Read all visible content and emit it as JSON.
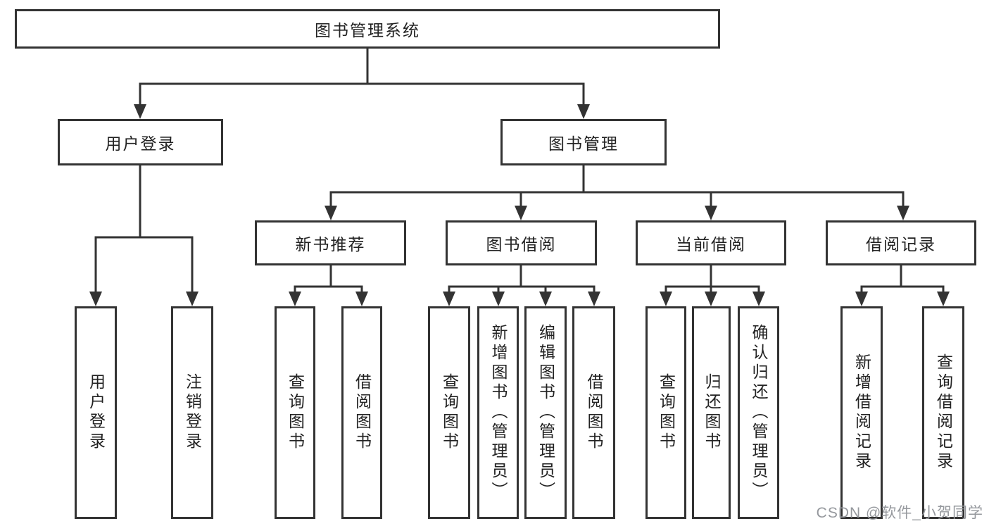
{
  "title_node": "图书管理系统",
  "branches": [
    {
      "label": "用户登录",
      "children": [
        {
          "label": "用户登录"
        },
        {
          "label": "注销登录"
        }
      ]
    },
    {
      "label": "图书管理",
      "children": [
        {
          "label": "新书推荐",
          "children": [
            {
              "label": "查询图书"
            },
            {
              "label": "借阅图书"
            }
          ]
        },
        {
          "label": "图书借阅",
          "children": [
            {
              "label": "查询图书"
            },
            {
              "label": "新增图书（管理员）"
            },
            {
              "label": "编辑图书（管理员）"
            },
            {
              "label": "借阅图书"
            }
          ]
        },
        {
          "label": "当前借阅",
          "children": [
            {
              "label": "查询图书"
            },
            {
              "label": "归还图书"
            },
            {
              "label": "确认归还（管理员）"
            }
          ]
        },
        {
          "label": "借阅记录",
          "children": [
            {
              "label": "新增借阅记录"
            },
            {
              "label": "查询借阅记录"
            }
          ]
        }
      ]
    }
  ],
  "watermark": "CSDN @软件_小贺同学",
  "colors": {
    "line": "#333333",
    "text": "#222222",
    "bg": "#ffffff",
    "watermark": "#95989d"
  }
}
